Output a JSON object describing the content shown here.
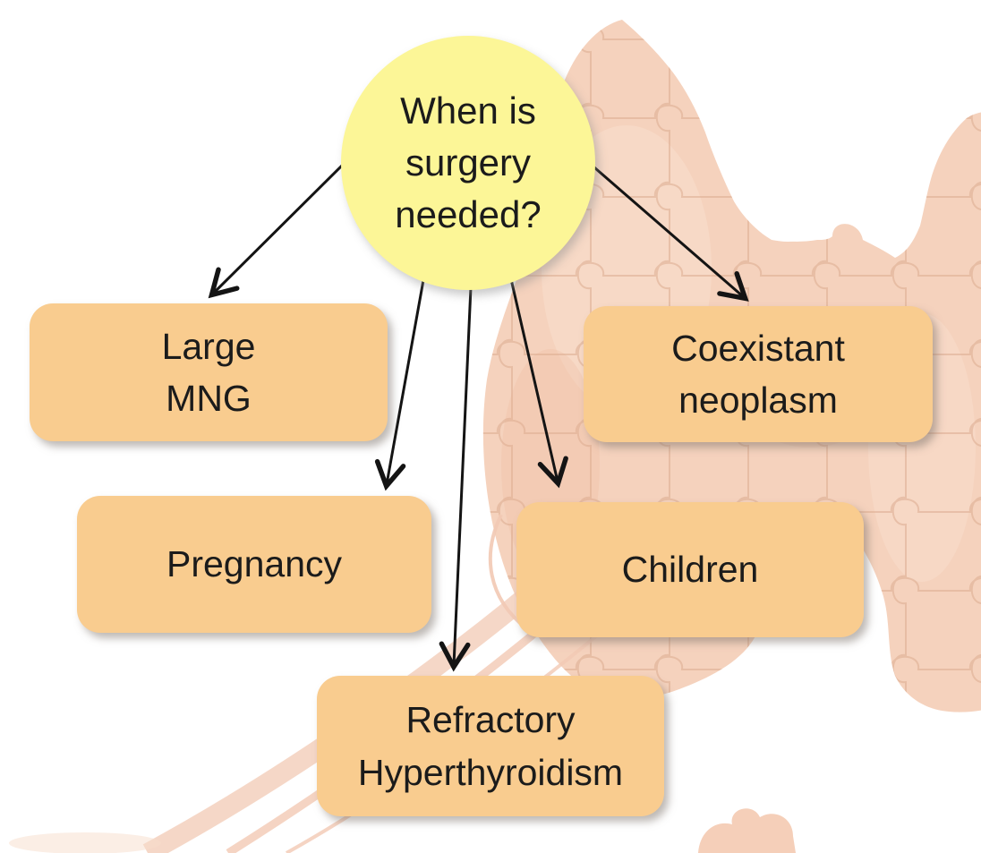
{
  "diagram": {
    "root": {
      "id": "root",
      "lines": [
        "When is",
        "surgery",
        "needed?"
      ],
      "label": "When is surgery needed?"
    },
    "nodes": [
      {
        "id": "large-mng",
        "label": "Large MNG",
        "lines": [
          "Large",
          "MNG"
        ]
      },
      {
        "id": "coexistant-neoplasm",
        "label": "Coexistant neoplasm",
        "lines": [
          "Coexistant",
          "neoplasm"
        ]
      },
      {
        "id": "pregnancy",
        "label": "Pregnancy",
        "lines": [
          "Pregnancy"
        ]
      },
      {
        "id": "children",
        "label": "Children",
        "lines": [
          "Children"
        ]
      },
      {
        "id": "refractory-hyperthyroidism",
        "label": "Refractory Hyperthyroidism",
        "lines": [
          "Refractory",
          "Hyperthyroidism"
        ]
      }
    ],
    "edges": [
      {
        "from": "root",
        "to": "large-mng"
      },
      {
        "from": "root",
        "to": "coexistant-neoplasm"
      },
      {
        "from": "root",
        "to": "pregnancy"
      },
      {
        "from": "root",
        "to": "children"
      },
      {
        "from": "root",
        "to": "refractory-hyperthyroidism"
      }
    ],
    "colors": {
      "root_fill": "#fcf697",
      "node_fill": "#f9cc8f",
      "text": "#1b1b1b",
      "arrow": "#141414",
      "thyroid_fill": "#f5d2bd",
      "puzzle_line": "#dcab8f"
    }
  }
}
